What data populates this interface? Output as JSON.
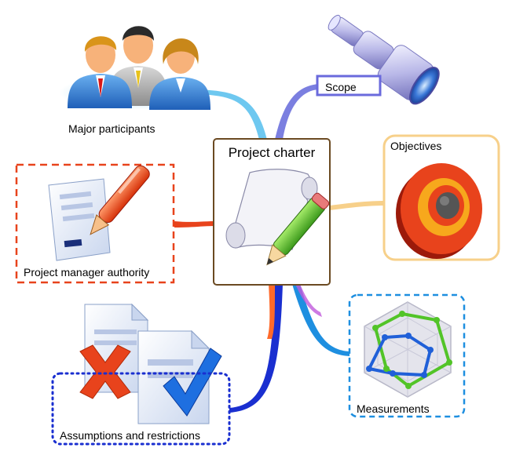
{
  "central_topic": {
    "label": "Project charter"
  },
  "branches": [
    {
      "id": "major-participants",
      "label": "Major participants",
      "color": "#6ec8f0"
    },
    {
      "id": "scope",
      "label": "Scope",
      "color": "#7b7fe0"
    },
    {
      "id": "objectives",
      "label": "Objectives",
      "color": "#f7d08a"
    },
    {
      "id": "measurements",
      "label": "Measurements",
      "color": "#1e8fe0"
    },
    {
      "id": "assumptions",
      "label": "Assumptions and restrictions",
      "color": "#1a2fd0"
    },
    {
      "id": "pm-authority",
      "label": "Project manager authority",
      "color": "#e8431c"
    }
  ]
}
